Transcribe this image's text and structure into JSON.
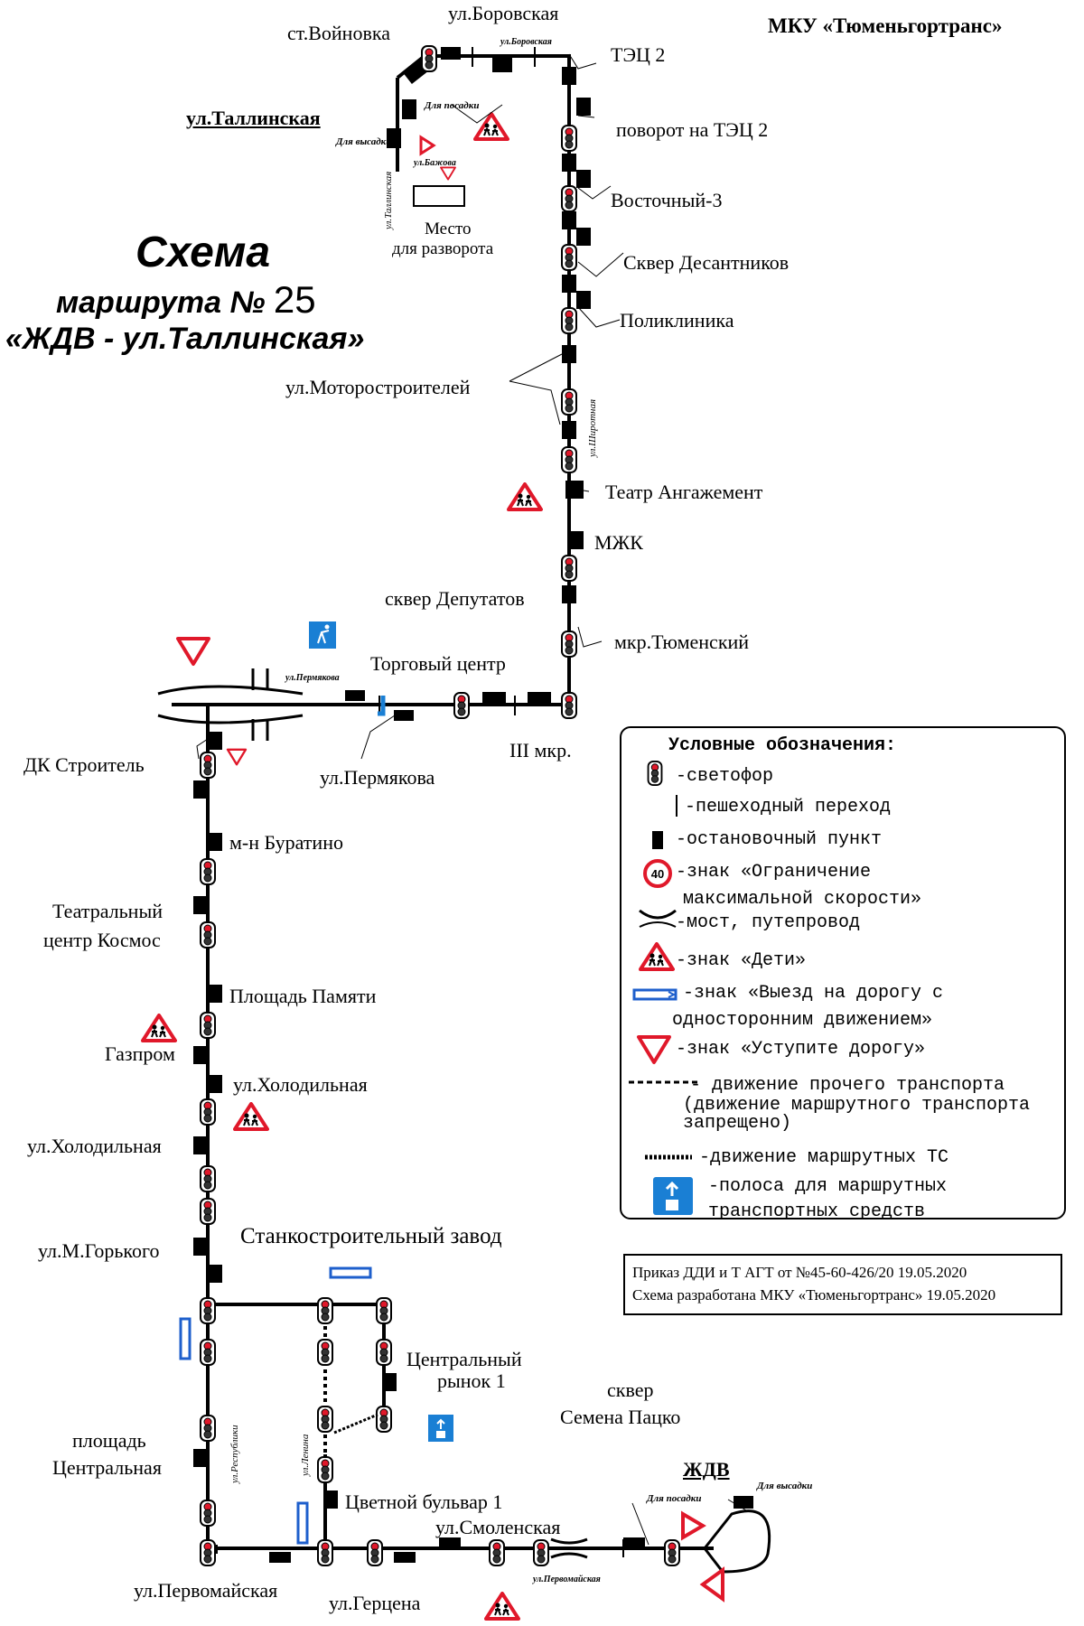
{
  "header": {
    "organization": "МКУ «Тюменьгортранс»",
    "title_line1": "Схема",
    "title_line2_prefix": "маршрута №",
    "route_number": "25",
    "title_line3": "«ЖДВ - ул.Таллинская»"
  },
  "stops": {
    "borovskaya": "ул.Боровская",
    "voinovka": "ст.Войновка",
    "tec2": "ТЭЦ 2",
    "tallinskaya": "ул.Таллинская",
    "turn_tec2": "поворот на ТЭЦ 2",
    "vostochny3": "Восточный-3",
    "sqver_desant": "Сквер Десантников",
    "poliklinika": "Поликлиника",
    "motorostroitelei": "ул.Моторостроителей",
    "teatr": "Театр Ангажемент",
    "mzhk": "МЖК",
    "sqver_deputatov": "сквер Депутатов",
    "mkr_tyumensky": "мкр.Тюменский",
    "torg_centr": "Торговый центр",
    "iii_mkr": "III мкр.",
    "permyakova": "ул.Пермякова",
    "dk_stroitel": "ДК Строитель",
    "buratino": "м-н Буратино",
    "kosmos_1": "Театральный",
    "kosmos_2": "центр Космос",
    "pl_pamyati": "Площадь Памяти",
    "gazprom": "Газпром",
    "holodilnaya_r": "ул.Холодильная",
    "holodilnaya_l": "ул.Холодильная",
    "m_gorkogo": "ул.М.Горького",
    "stanko": "Станкостроительный завод",
    "rynok_1": "Центральный",
    "rynok_2": "рынок 1",
    "pl_central_1": "площадь",
    "pl_central_2": "Центральная",
    "cvetnoi": "Цветной бульвар 1",
    "smolenskaya": "ул.Смоленская",
    "paczko_1": "сквер",
    "paczko_2": "Семена Пацко",
    "zhdv": "ЖДВ",
    "pervomaiskaya": "ул.Первомайская",
    "gercena": "ул.Герцена"
  },
  "small_labels": {
    "borovskaya_street": "ул.Боровская",
    "for_boarding": "Для посадки",
    "for_alighting": "Для высадки",
    "bazhova": "ул.Бажова",
    "turn_place_1": "Место",
    "turn_place_2": "для разворота",
    "tallinskaya_street": "ул.Таллинская",
    "shirotnaya_street": "ул.Широтная",
    "permyakova_street": "ул.Пермякова",
    "respubliki_street": "ул.Республики",
    "lenina_street": "ул.Ленина",
    "pervomaiskaya_street": "ул.Первомайская",
    "zhdv_boarding": "Для посадки",
    "zhdv_alighting": "Для высадки"
  },
  "legend": {
    "title": "Условные обозначения:",
    "traffic_light": "-светофор",
    "crosswalk": "-пешеходный переход",
    "stop": "-остановочный пункт",
    "speed_limit_1": "-знак «Ограничение",
    "speed_limit_2": "максимальной скорости»",
    "speed_value": "40",
    "bridge": "-мост, путепровод",
    "children": "-знак «Дети»",
    "oneway_1": "-знак «Выезд на дорогу с",
    "oneway_2": "односторонним движением»",
    "yield": "-знак «Уступите дорогу»",
    "other_traffic_1": "- движение прочего транспорта",
    "other_traffic_2": "(движение маршрутного транспорта",
    "other_traffic_3": "запрещено)",
    "route_vehicles": "-движение маршрутных ТС",
    "bus_lane_1": "-полоса для маршрутных",
    "bus_lane_2": "транспортных средств"
  },
  "order": {
    "line1": "Приказ ДДИ и Т АГТ от №45-60-426/20 19.05.2020",
    "line2": "Схема разработана МКУ «Тюменьгортранс» 19.05.2020"
  },
  "colors": {
    "route": "#000000",
    "sign_red": "#e0182a",
    "sign_blue": "#1e5fcc",
    "lane_blue": "#1a7fd4"
  }
}
